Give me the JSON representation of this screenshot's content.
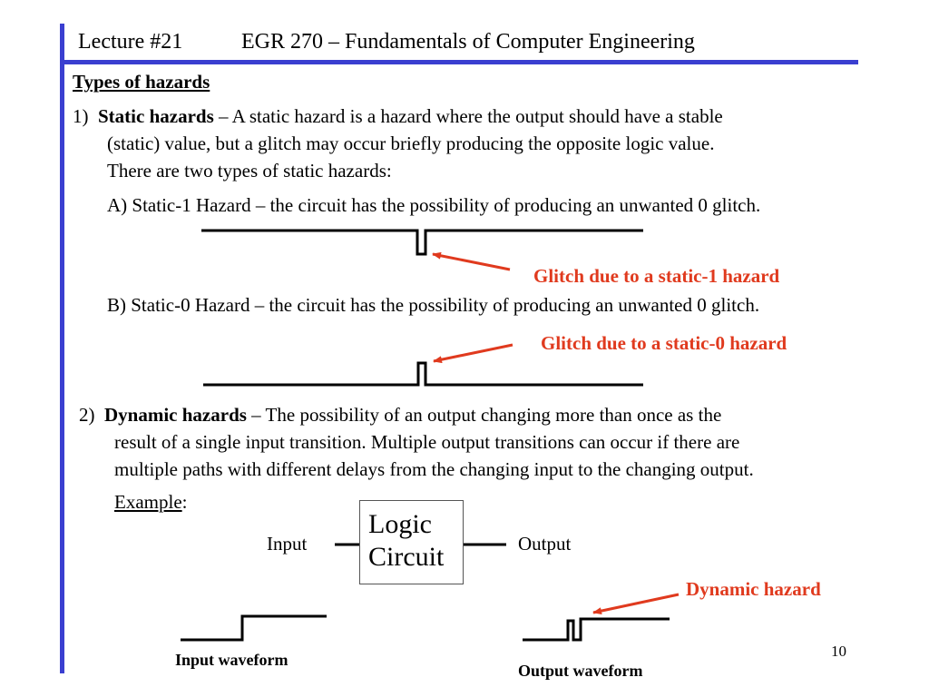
{
  "header": {
    "lecture": "Lecture #21",
    "course": "EGR 270 – Fundamentals of Computer Engineering"
  },
  "section_title": "Types of hazards",
  "static": {
    "number": "1)",
    "term": "Static hazards",
    "line1_rest": " – A static hazard is a hazard where the output should have a stable",
    "line2": "(static) value, but a glitch may occur briefly producing the opposite logic value.",
    "line3": "There are two types of static hazards:",
    "a_text": "A)  Static-1 Hazard – the circuit has the possibility of producing an unwanted 0 glitch.",
    "b_text": "B)  Static-0 Hazard – the circuit has the possibility of producing an unwanted 0 glitch.",
    "glitch1_label": "Glitch due to a static-1 hazard",
    "glitch0_label": "Glitch due to a static-0 hazard"
  },
  "dynamic": {
    "number": "2)",
    "term": "Dynamic hazards",
    "line1_rest": " – The possibility of an output changing more than once as the",
    "line2": "result of a single input transition.  Multiple output transitions can occur if there are",
    "line3": "multiple paths with different delays from the changing input to the changing output.",
    "example_word": "Example",
    "example_colon": ":",
    "logic_line1": "Logic",
    "logic_line2": "Circuit",
    "input_label": "Input",
    "output_label": "Output",
    "dynamic_label": "Dynamic hazard",
    "input_waveform_label": "Input waveform",
    "output_waveform_label": "Output waveform"
  },
  "page_number": "10",
  "colors": {
    "accent_bar": "#3a3fd0",
    "annotation_red": "#e03a1e"
  },
  "icons": {
    "arrow": "red-arrow-icon"
  }
}
